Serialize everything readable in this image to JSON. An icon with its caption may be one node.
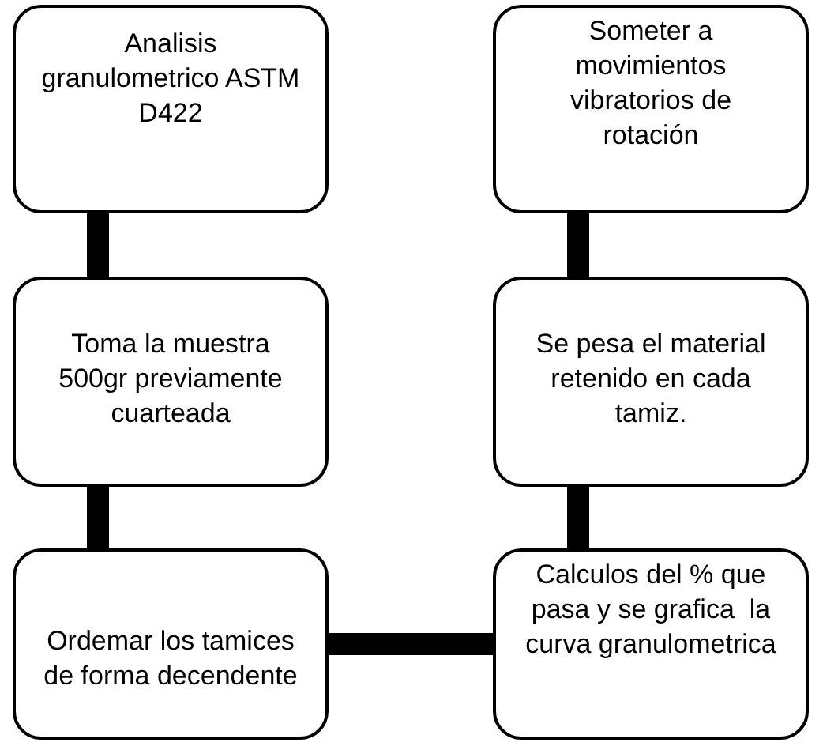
{
  "diagram": {
    "nodes": [
      {
        "text": [
          "Analisis granulometrico ASTM D422"
        ]
      },
      {
        "text": [
          "Someter a movimientos vibratorios de rotación"
        ]
      },
      {
        "text": [
          "Toma la muestra 500gr previamente cuarteada"
        ]
      },
      {
        "text": [
          "Se pesa el material retenido en cada tamiz."
        ]
      },
      {
        "text": [
          "Ordemar los tamices de forma decendente"
        ]
      },
      {
        "text": [
          "Calculos del % que pasa y se grafica  la curva granulometrica"
        ]
      }
    ],
    "edges": [
      {
        "from": 0,
        "to": 2,
        "arrow": "none"
      },
      {
        "from": 2,
        "to": 4,
        "arrow": "none"
      },
      {
        "from": 4,
        "to": 5,
        "arrow": "none"
      },
      {
        "from": 1,
        "to": 3,
        "arrow": "none"
      },
      {
        "from": 3,
        "to": 5,
        "arrow": "none"
      }
    ]
  }
}
